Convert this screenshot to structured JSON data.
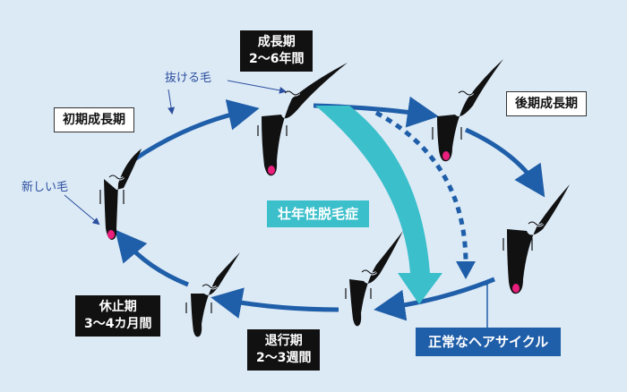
{
  "labels": {
    "growth": {
      "title": "成長期",
      "duration": "2〜6年間"
    },
    "early_growth": "初期成長期",
    "late_growth": "後期成長期",
    "rest": {
      "title": "休止期",
      "duration": "3〜4カ月間"
    },
    "regression": {
      "title": "退行期",
      "duration": "2〜3週間"
    },
    "aga": "壮年性脱毛症",
    "normal_cycle": "正常なヘアサイクル"
  },
  "annotations": {
    "falling_hair": "抜ける毛",
    "new_hair": "新しい毛"
  },
  "colors": {
    "background": "#dceaf6",
    "cycle_arrow": "#1f5ea8",
    "aga_arrow": "#3bbfcb",
    "hair": "#111111",
    "root": "#e91e7d",
    "annotation_text": "#2c4f9e"
  }
}
